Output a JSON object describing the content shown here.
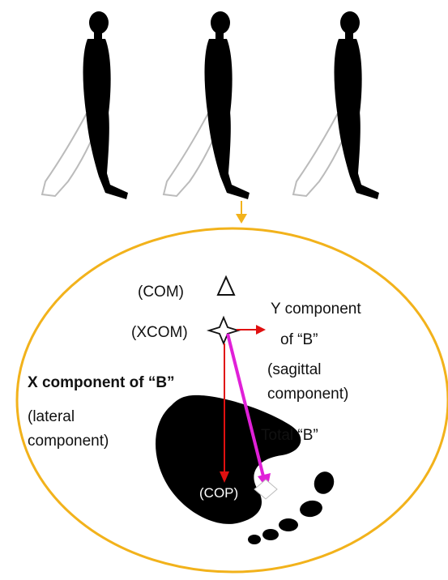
{
  "colors": {
    "ellipse_outline": "#F2B21B",
    "connector_arrow": "#F2B21B",
    "x_vector": "#E01010",
    "y_vector": "#E01010",
    "total_vector": "#E020D8",
    "foot": "#000000",
    "figures": "#000000",
    "trailing_leg_outline": "#BBBBBB"
  },
  "icons": {
    "com_marker": "triangle-outline",
    "xcom_marker": "four-point-star-outline",
    "cop_marker": "diamond-outline"
  },
  "labels": {
    "com": "(COM)",
    "xcom": "(XCOM)",
    "cop": "(COP)",
    "y_component_line1": "Y component",
    "y_component_line2": "of “B”",
    "y_component_line3": "(sagittal",
    "y_component_line4": "component)",
    "x_component_line1": "X component  of “B”",
    "x_component_line2": "(lateral",
    "x_component_line3": "component)",
    "total": "Total “B”"
  }
}
